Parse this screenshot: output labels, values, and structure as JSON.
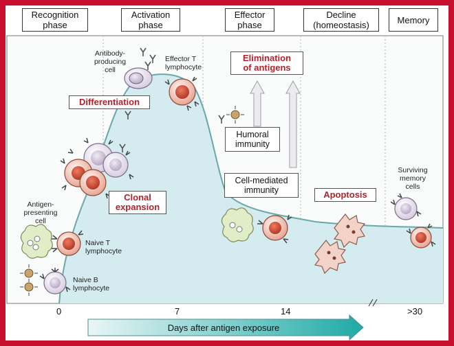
{
  "phases": [
    "Recognition\nphase",
    "Activation\nphase",
    "Effector\nphase",
    "Decline\n(homeostasis)",
    "Memory"
  ],
  "boxes": {
    "differentiation": "Differentiation",
    "clonal_expansion": "Clonal\nexpansion",
    "elimination": "Elimination\nof antigens",
    "humoral": "Humoral\nimmunity",
    "cell_mediated": "Cell-mediated\nimmunity",
    "apoptosis": "Apoptosis"
  },
  "labels": {
    "antibody_cell": "Antibody-\nproducing\ncell",
    "effector_t": "Effector T\nlymphocyte",
    "apc": "Antigen-\npresenting\ncell",
    "naive_t": "Naive T\nlymphocyte",
    "naive_b": "Naive B\nlymphocyte",
    "memory_cells": "Surviving\nmemory\ncells"
  },
  "x_axis": {
    "ticks": [
      "0",
      "7",
      "14",
      ">30"
    ],
    "label": "Days after antigen exposure"
  },
  "colors": {
    "frame": "#c8102e",
    "curve_fill": "#d4ecef",
    "curve_line": "#6aa7a8",
    "box_red_text": "#b0232a",
    "arrow_gradient_start": "#eaf6f6",
    "arrow_gradient_end": "#1faaa6",
    "cell_body": "#f1c3b3",
    "cell_nucleus": "#c34a34",
    "b_cell_body": "#e9e3ee",
    "apc_body": "#e1edc7",
    "apoptotic_body": "#f3d3c8"
  }
}
